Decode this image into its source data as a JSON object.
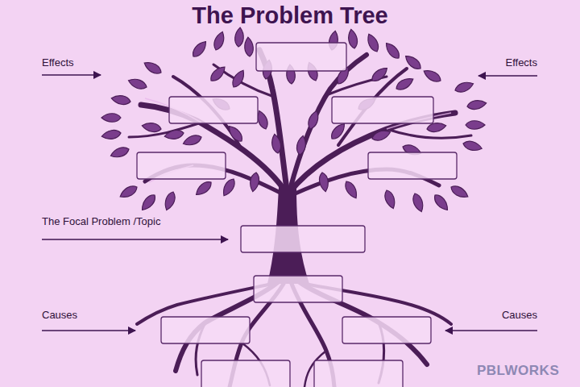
{
  "diagram": {
    "title": "The Problem Tree",
    "labels": [
      "Effects",
      "Effects",
      "The Focal Problem /Topic",
      "Causes",
      "Causes",
      "PBLWORKS"
    ]
  }
}
